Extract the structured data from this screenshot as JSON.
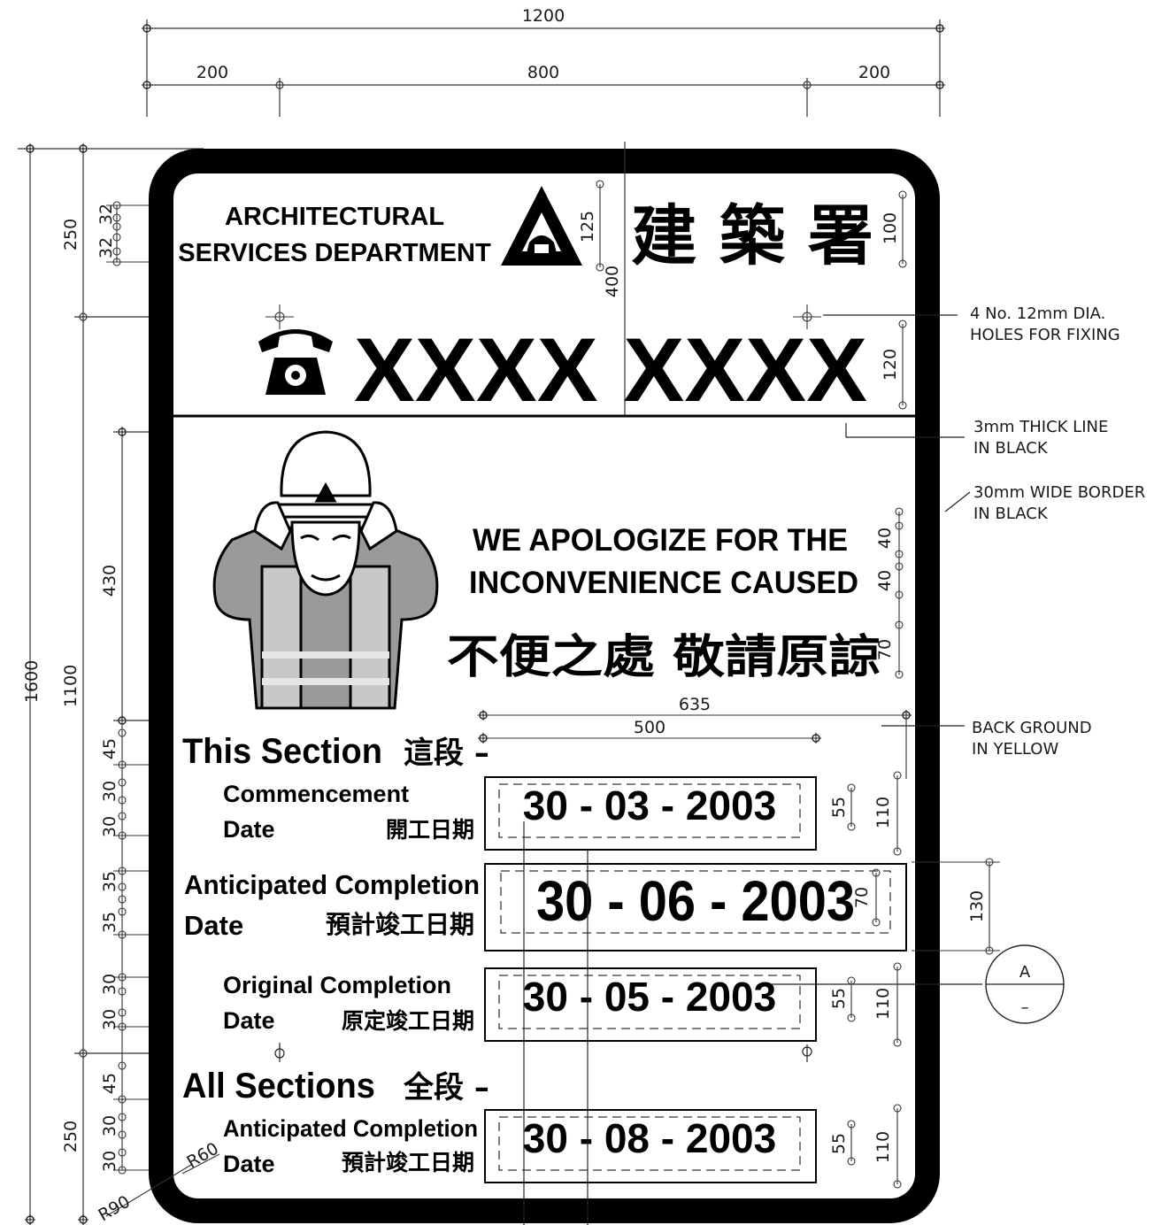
{
  "dimensions": {
    "total_width": "1200",
    "left_margin": "200",
    "center_span": "800",
    "right_margin": "200",
    "total_height": "1600",
    "inner_height": "1100",
    "top_band": "250",
    "bottom_band": "250",
    "figure_height": "430",
    "header_line_1": "32",
    "header_line_2": "32",
    "logo_height": "125",
    "header_height": "400",
    "chinese_title_height": "100",
    "phone_height": "120",
    "apology_en_1": "40",
    "apology_en_2": "40",
    "apology_zh": "70",
    "date_box_outer": "635",
    "date_box_inner": "500",
    "section_gap_1": "45",
    "text_30_a": "30",
    "text_30_b": "30",
    "text_35_a": "35",
    "text_35_b": "35",
    "text_30_c": "30",
    "text_30_d": "30",
    "section_gap_2": "45",
    "text_30_e": "30",
    "text_30_f": "30",
    "date_text_1": "55",
    "date_box_1": "110",
    "date_text_2": "70",
    "date_box_2": "130",
    "date_text_3": "55",
    "date_box_3": "110",
    "date_text_4": "55",
    "date_box_4": "110",
    "corner_inner_radius": "R60",
    "corner_outer_radius": "R90"
  },
  "notes": {
    "holes_1": "4 No. 12mm DIA.",
    "holes_2": "HOLES FOR FIXING",
    "line_1": "3mm THICK LINE",
    "line_2": "IN BLACK",
    "border_1": "30mm WIDE BORDER",
    "border_2": "IN BLACK",
    "bg_1": "BACK GROUND",
    "bg_2": "IN YELLOW",
    "section_marker": "A",
    "section_marker_sub": "–"
  },
  "sign": {
    "department_line_1": "ARCHITECTURAL",
    "department_line_2": "SERVICES DEPARTMENT",
    "department_chinese": "建 築 署",
    "phone_number": "XXXX XXXX",
    "apology_line_1": "WE APOLOGIZE FOR THE",
    "apology_line_2": "INCONVENIENCE CAUSED",
    "apology_chinese": "不便之處 敬請原諒",
    "this_section_en": "This Section",
    "this_section_zh": "這段 –",
    "commencement_label_1": "Commencement",
    "commencement_label_2": "Date",
    "commencement_zh": "開工日期",
    "commencement_date": "30 - 03 - 2003",
    "anticipated_label_1": "Anticipated Completion",
    "anticipated_label_2": "Date",
    "anticipated_zh": "預計竣工日期",
    "anticipated_date": "30 - 06 - 2003",
    "original_label_1": "Original Completion",
    "original_label_2": "Date",
    "original_zh": "原定竣工日期",
    "original_date": "30 - 05 - 2003",
    "all_sections_en": "All Sections",
    "all_sections_zh": "全段 –",
    "all_label_1": "Anticipated Completion",
    "all_label_2": "Date",
    "all_zh": "預計竣工日期",
    "all_date": "30 - 08 - 2003"
  },
  "icons": [
    "telephone-icon",
    "asd-logo-icon",
    "worker-illustration"
  ]
}
